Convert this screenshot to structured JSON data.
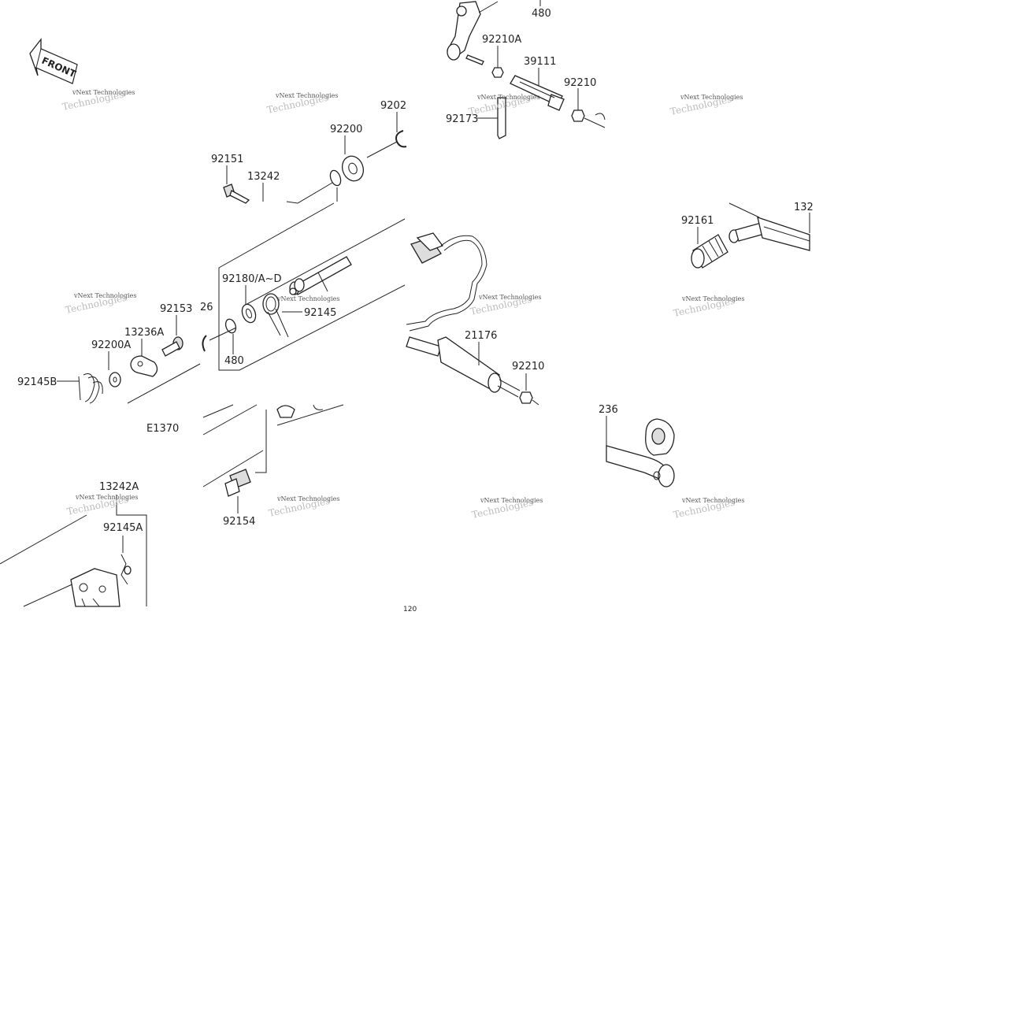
{
  "front_label": "FRONT",
  "watermark": [
    "vNext Technologies",
    "Technologies"
  ],
  "labels": {
    "l480_top": "480",
    "l92210A": "92210A",
    "l39111": "39111",
    "l92210_top": "92210",
    "l92173": "92173",
    "l9202": "9202",
    "l92200": "92200",
    "l92151": "92151",
    "l13242": "13242",
    "l132_right": "132",
    "l92161": "92161",
    "l92180": "92180/A~D",
    "l92153": "92153",
    "l26": "26",
    "l92145": "92145",
    "l13236A": "13236A",
    "l92200A": "92200A",
    "l480_mid": "480",
    "l21176": "21176",
    "l92145B": "92145B",
    "l92210_mid": "92210",
    "lE1370": "E1370",
    "l236": "236",
    "l13242A": "13242A",
    "l92154": "92154",
    "l92145A": "92145A"
  }
}
